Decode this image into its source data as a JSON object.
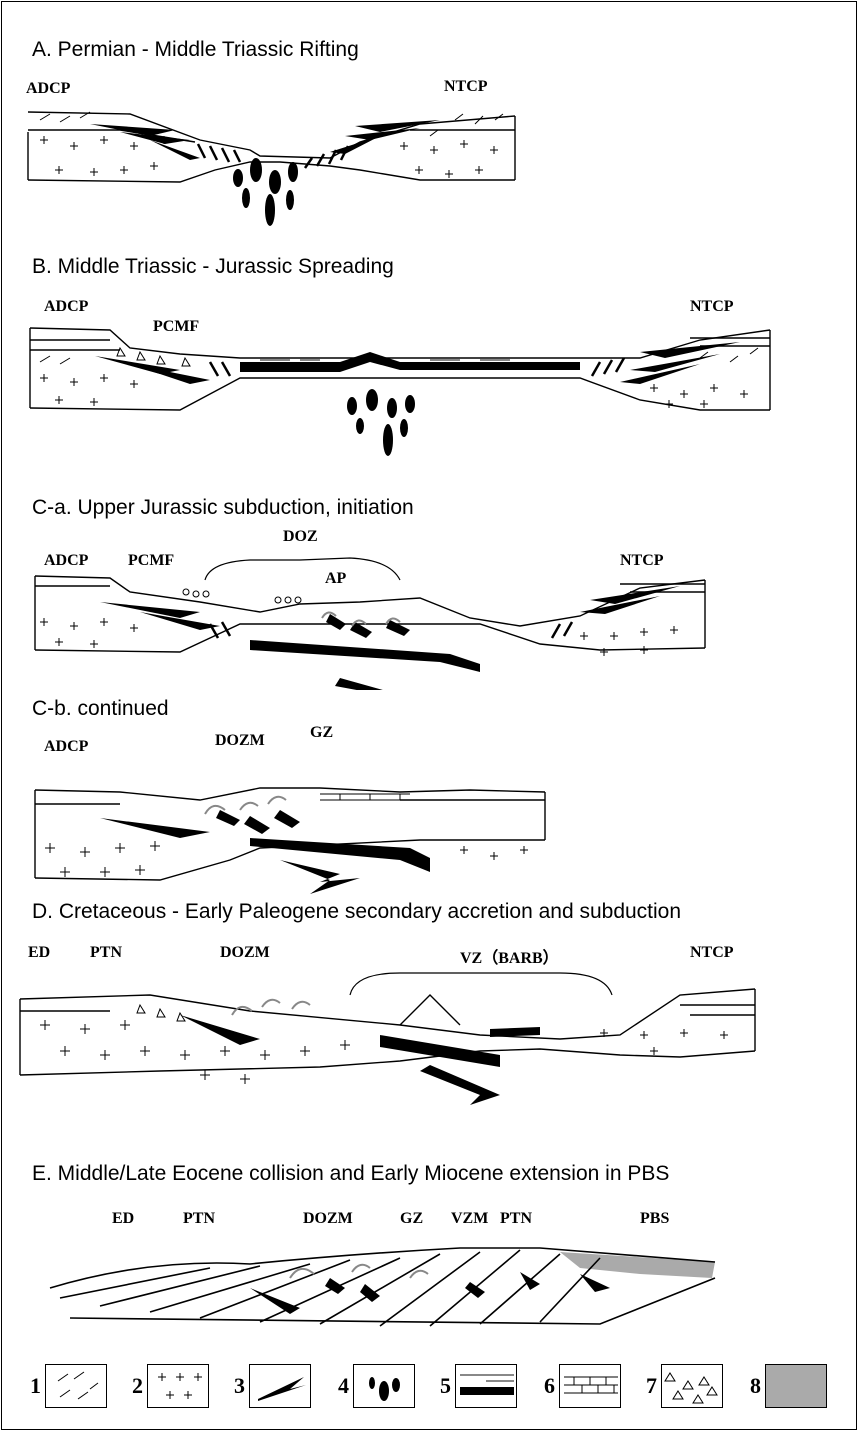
{
  "panels": [
    {
      "title": "A. Permian - Middle Triassic Rifting",
      "labels": [
        "ADCP",
        "NTCP"
      ]
    },
    {
      "title": "B. Middle Triassic - Jurassic Spreading",
      "labels": [
        "ADCP",
        "PCMF",
        "NTCP"
      ]
    },
    {
      "title": "C-a. Upper Jurassic subduction, initiation",
      "labels": [
        "ADCP",
        "PCMF",
        "DOZ",
        "AP",
        "NTCP"
      ]
    },
    {
      "title": "C-b. continued",
      "labels": [
        "ADCP",
        "DOZM",
        "GZ"
      ]
    },
    {
      "title": "D. Cretaceous - Early Paleogene secondary accretion and subduction",
      "labels": [
        "ED",
        "PTN",
        "DOZM",
        "VZ（BARB）",
        "NTCP"
      ]
    },
    {
      "title": "E. Middle/Late Eocene collision and Early Miocene extension in PBS",
      "labels": [
        "ED",
        "PTN",
        "DOZM",
        "GZ",
        "VZM",
        "PTN",
        "PBS"
      ]
    }
  ],
  "legend": [
    {
      "num": "1",
      "icon": "continental-crust-dashes-icon"
    },
    {
      "num": "2",
      "icon": "granite-crosses-icon"
    },
    {
      "num": "3",
      "icon": "wedge-fault-icon"
    },
    {
      "num": "4",
      "icon": "magma-drops-icon"
    },
    {
      "num": "5",
      "icon": "oceanic-crust-bands-icon"
    },
    {
      "num": "6",
      "icon": "limestone-bricks-icon"
    },
    {
      "num": "7",
      "icon": "breccia-triangles-icon"
    },
    {
      "num": "8",
      "icon": "grey-basin-fill-icon"
    }
  ]
}
